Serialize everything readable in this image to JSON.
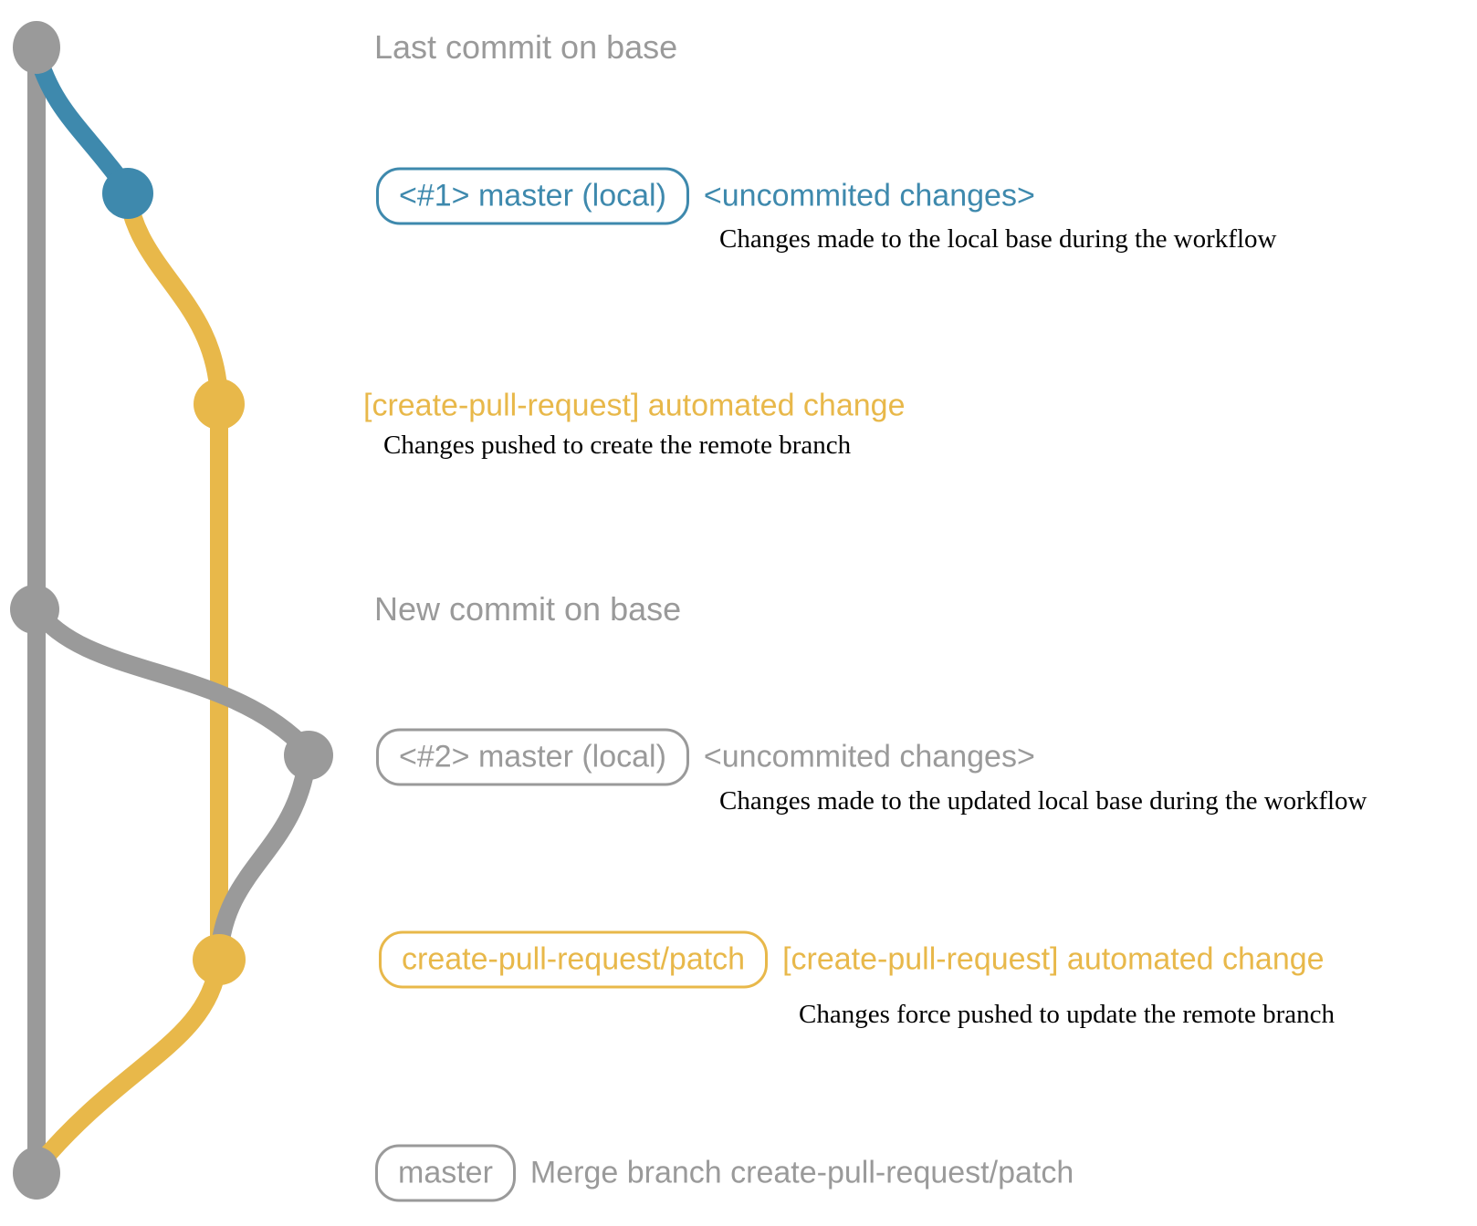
{
  "colors": {
    "gray": "#9A9A9A",
    "blue": "#3E89AD",
    "yellow": "#E8B84A",
    "desc_text": "#000000",
    "background": "#FFFFFF"
  },
  "graph": {
    "node_names": [
      "last-commit-on-base",
      "local-commit-1",
      "patch-commit-1",
      "new-commit-on-base",
      "local-commit-2",
      "patch-commit-2",
      "merge-commit"
    ]
  },
  "rows": {
    "0": {
      "label": "Last commit on base"
    },
    "1": {
      "badge": "<#1> master (local)",
      "side": "<uncommited changes>",
      "desc": "Changes made to the local base during the workflow"
    },
    "2": {
      "side": "[create-pull-request] automated change",
      "desc": "Changes pushed to create the remote branch"
    },
    "3": {
      "label": "New commit on base"
    },
    "4": {
      "badge": "<#2> master (local)",
      "side": "<uncommited changes>",
      "desc": "Changes made to the updated local base during the workflow"
    },
    "5": {
      "badge": "create-pull-request/patch",
      "side": "[create-pull-request] automated change",
      "desc": "Changes force pushed to update the remote branch"
    },
    "6": {
      "badge": "master",
      "side": "Merge branch create-pull-request/patch"
    }
  }
}
